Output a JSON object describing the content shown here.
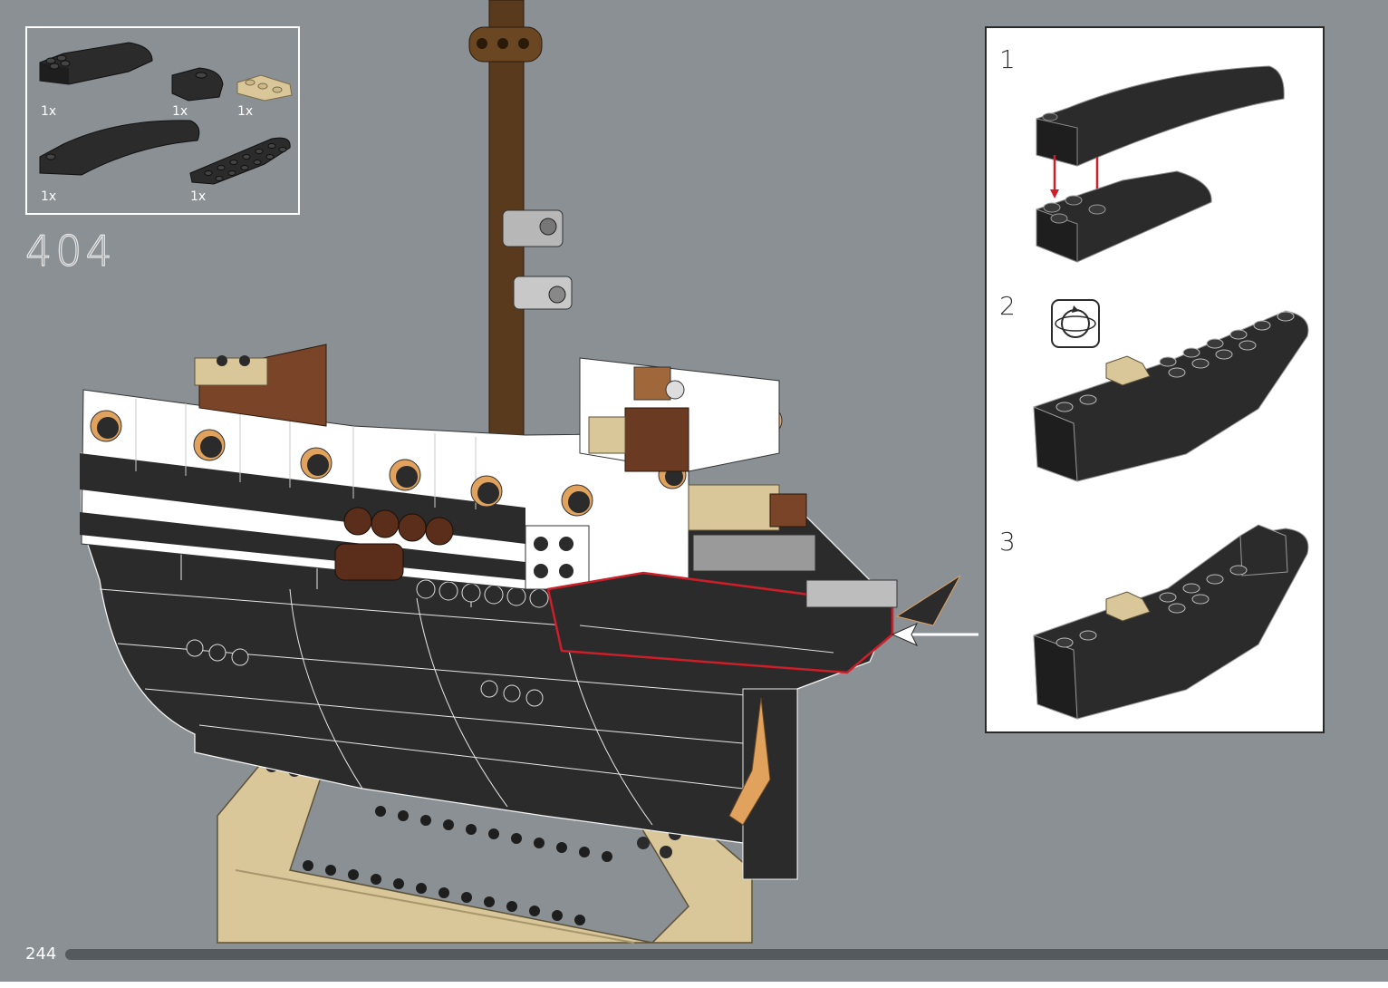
{
  "parts_list": {
    "items": [
      {
        "name": "dark-grey-curved-slope-brick",
        "qty": "1x"
      },
      {
        "name": "dark-grey-round-corner-brick",
        "qty": "1x"
      },
      {
        "name": "tan-corner-plate",
        "qty": "1x"
      },
      {
        "name": "dark-grey-long-curved-slope",
        "qty": "1x"
      },
      {
        "name": "dark-grey-wedge-plate",
        "qty": "1x"
      }
    ]
  },
  "step": {
    "number": "404"
  },
  "sub_steps": [
    {
      "number": "1"
    },
    {
      "number": "2"
    },
    {
      "number": "3"
    }
  ],
  "page": {
    "number": "244"
  },
  "colors": {
    "background": "#8a9094",
    "hull": "#2b2b2b",
    "tan": "#d9c79a",
    "brown": "#6b3a22",
    "highlight": "#cc1f2a"
  },
  "icons": [
    "rotate-model-icon",
    "callout-arrow-icon"
  ]
}
